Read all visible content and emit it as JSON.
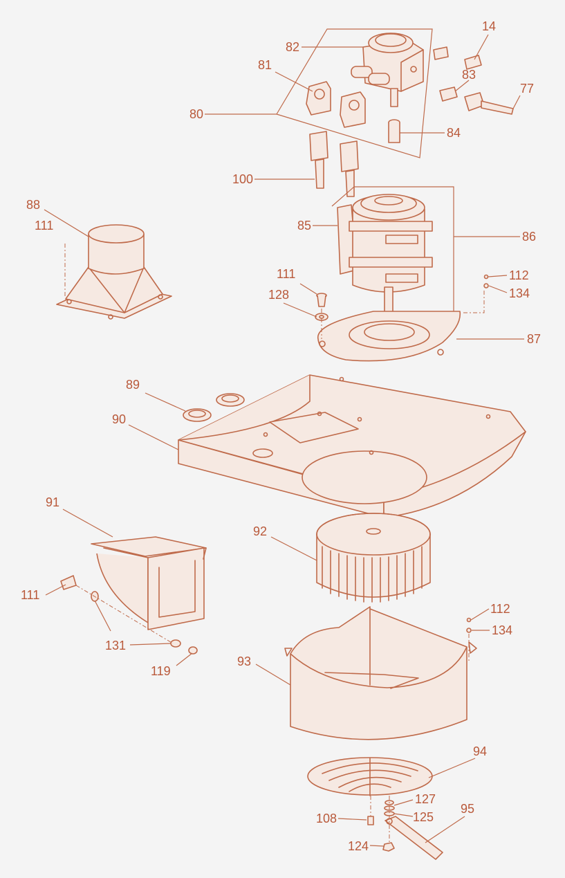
{
  "accent_color": "#bf6a4a",
  "label_color": "#b9593a",
  "background_color": "#f4f4f4",
  "callouts": {
    "c14": "14",
    "c82": "82",
    "c81": "81",
    "c83": "83",
    "c77": "77",
    "c80": "80",
    "c84": "84",
    "c100": "100",
    "c88": "88",
    "c111a": "111",
    "c85": "85",
    "c86": "86",
    "c111b": "111",
    "c112a": "112",
    "c128": "128",
    "c134a": "134",
    "c87": "87",
    "c89": "89",
    "c90": "90",
    "c91": "91",
    "c92": "92",
    "c111c": "111",
    "c112b": "112",
    "c134b": "134",
    "c131": "131",
    "c119": "119",
    "c93": "93",
    "c94": "94",
    "c127": "127",
    "c108": "108",
    "c125": "125",
    "c95": "95",
    "c124": "124"
  }
}
